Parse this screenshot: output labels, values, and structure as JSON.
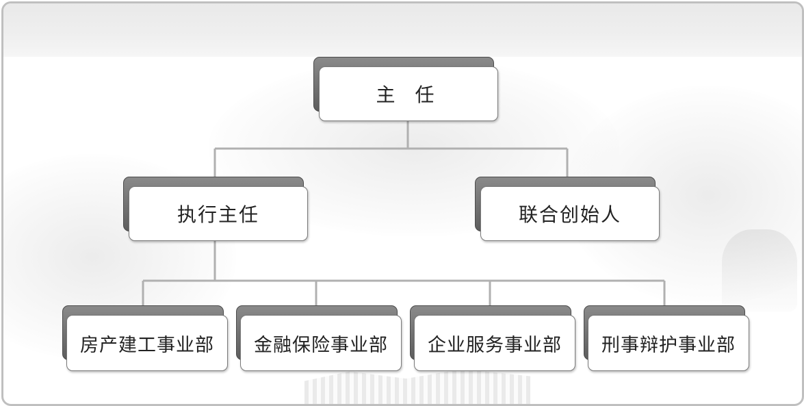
{
  "org_chart": {
    "root": {
      "label": "主 任"
    },
    "level1": [
      {
        "label": "执行主任"
      },
      {
        "label": "联合创始人"
      }
    ],
    "level2": [
      {
        "label": "房产建工事业部"
      },
      {
        "label": "金融保险事业部"
      },
      {
        "label": "企业服务事业部"
      },
      {
        "label": "刑事辩护事业部"
      }
    ]
  },
  "colors": {
    "connector": "#b0b0b0",
    "box_border": "#7a7a7a",
    "shadow_box": "#6e6e6e",
    "frame_border": "#bfbfbf"
  }
}
